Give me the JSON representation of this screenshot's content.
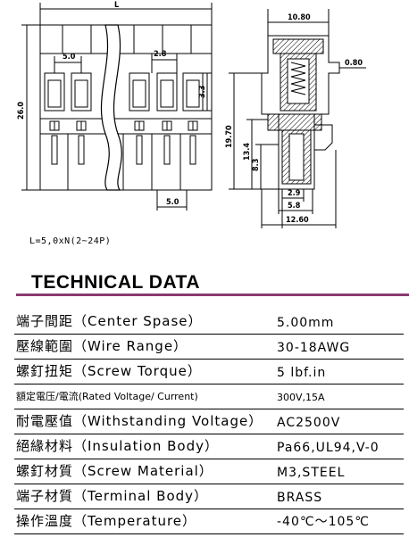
{
  "drawing": {
    "dims": {
      "length_L": "L",
      "pitch": "5.0",
      "slot": "2.8",
      "step": "3.3",
      "height": "26.0",
      "foot": "5.0",
      "top_width": "10.80",
      "plate": "0.80",
      "side_h": "19.70",
      "h1": "13.4",
      "h2": "8.3",
      "b1": "2.9",
      "b2": "5.8",
      "b3": "12.60"
    },
    "formula": "L=5,0xN(2~24P)"
  },
  "section_title": "TECHNICAL DATA",
  "specs": [
    {
      "label": "端子間距（Center Spase）",
      "value": "5.00mm"
    },
    {
      "label": "壓線範圍（Wire Range）",
      "value": "30-18AWG"
    },
    {
      "label": "螺釘扭矩（Screw Torque）",
      "value": "5 lbf.in"
    },
    {
      "label": "額定電压/電流(Rated Voltage/ Current)",
      "value": "300V,15A"
    },
    {
      "label": "耐電壓值（Withstanding Voltage）",
      "value": "AC2500V"
    },
    {
      "label": "絕緣材料（Insulation Body）",
      "value": "Pa66,UL94,V-0"
    },
    {
      "label": "螺釘材質（Screw Material）",
      "value": "M3,STEEL"
    },
    {
      "label": "端子材質（Terminal Body）",
      "value": "BRASS"
    },
    {
      "label": "操作溫度（Temperature）",
      "value": "-40℃～105℃"
    }
  ]
}
